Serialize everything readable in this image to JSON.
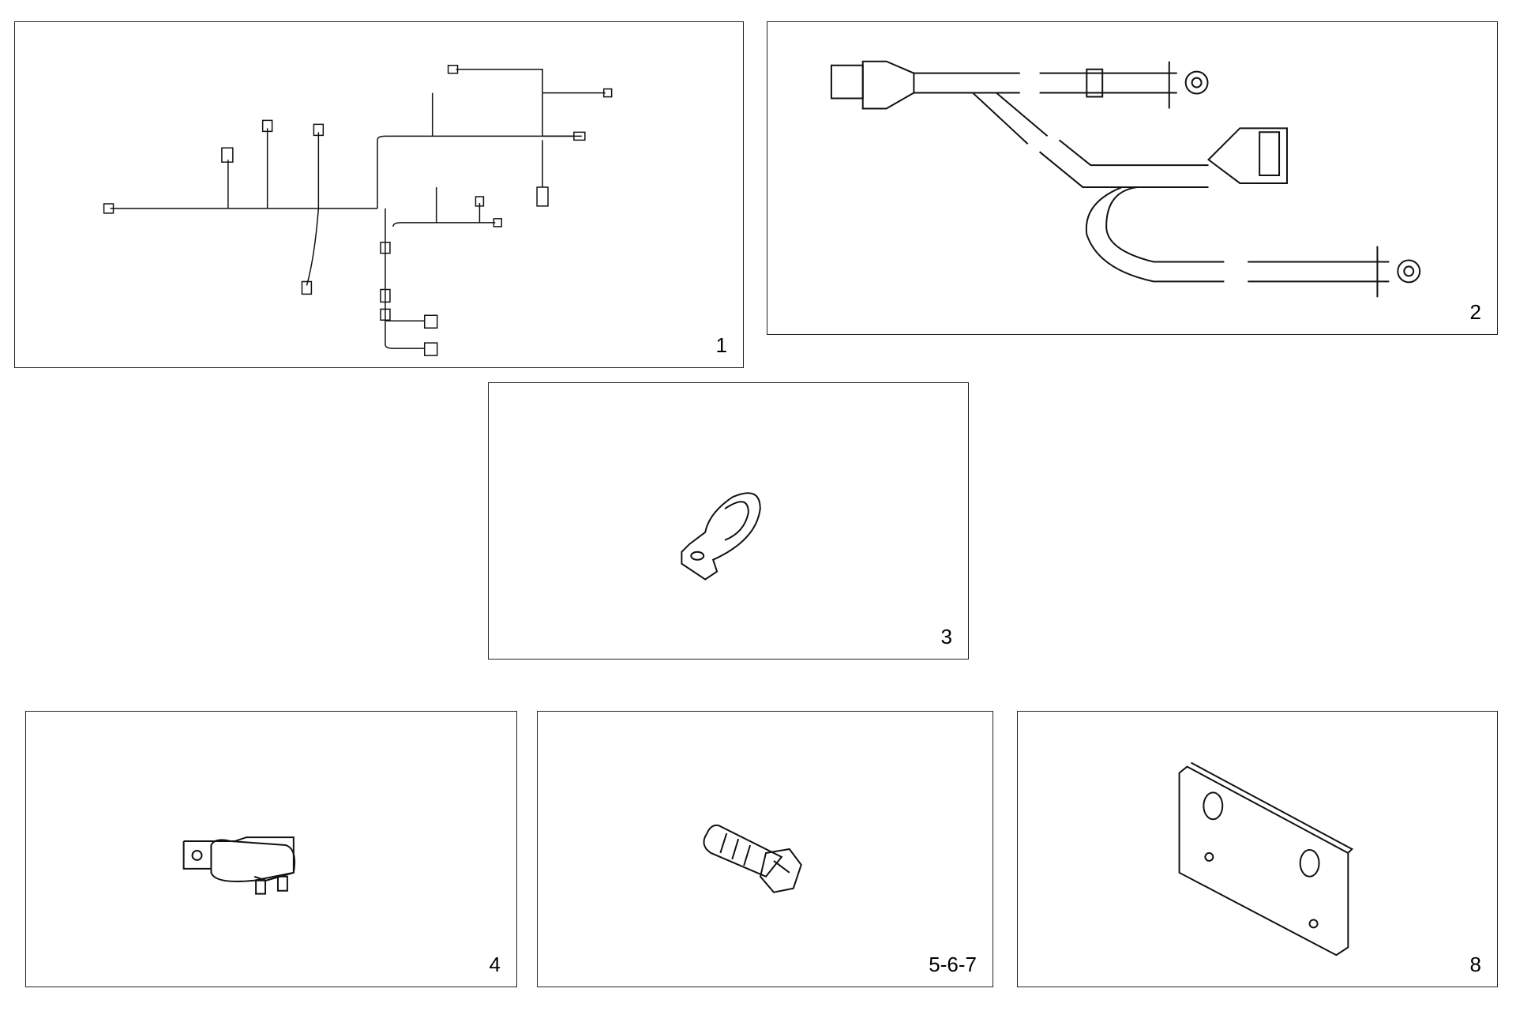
{
  "panels": [
    {
      "label": "1",
      "part": "wiring-harness"
    },
    {
      "label": "2",
      "part": "y-cable"
    },
    {
      "label": "3",
      "part": "cable-clamp"
    },
    {
      "label": "4",
      "part": "relay"
    },
    {
      "label": "5-6-7",
      "part": "bolt"
    },
    {
      "label": "8",
      "part": "mounting-plate"
    }
  ]
}
